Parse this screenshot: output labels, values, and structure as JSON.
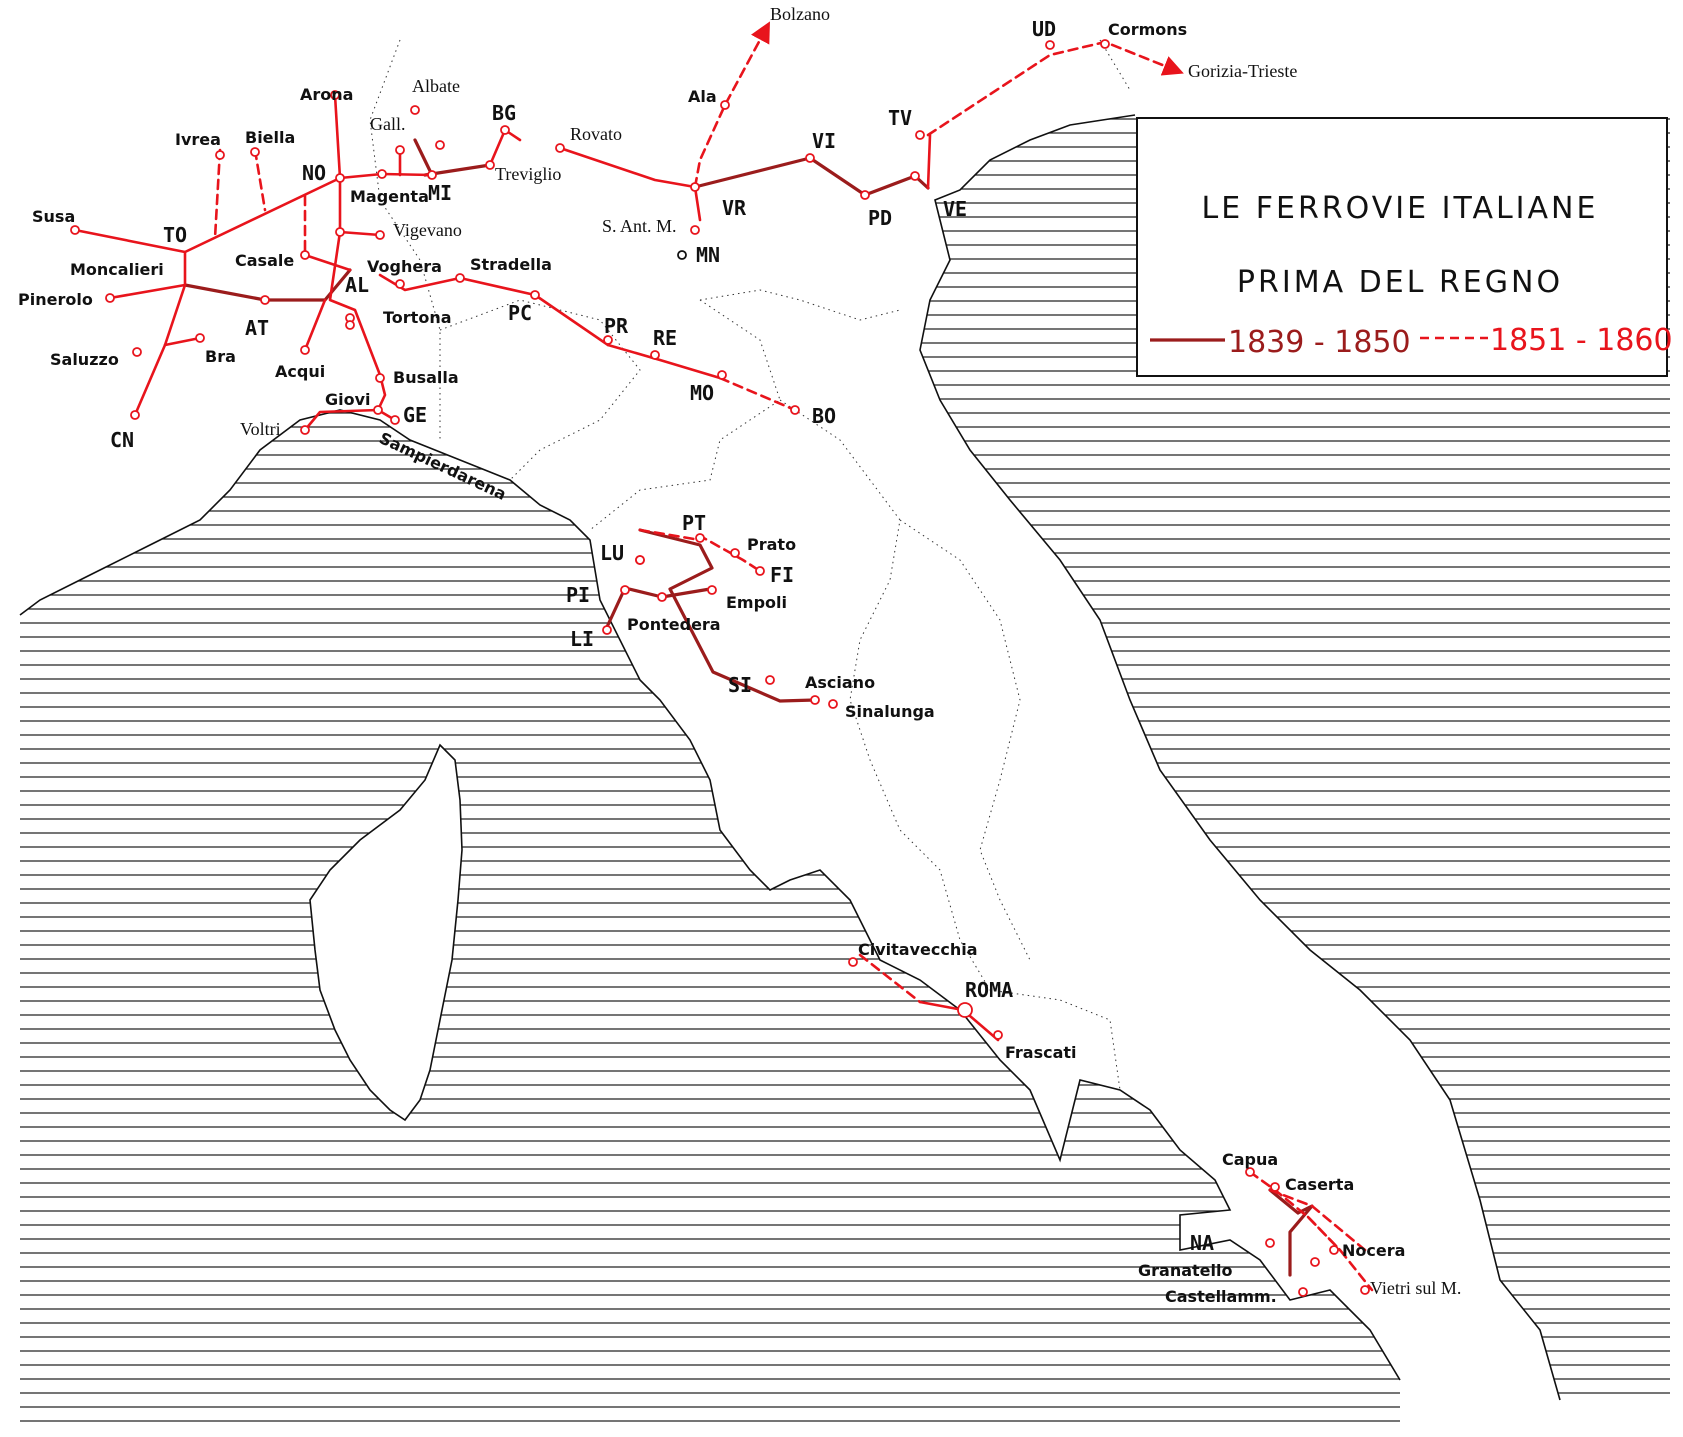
{
  "legend": {
    "title_line1": "LE FERROVIE ITALIANE",
    "title_line2": "PRIMA DEL REGNO",
    "early_period": "1839 - 1850",
    "late_period": "1851 - 1860",
    "early_color": "#9b1c1c",
    "late_color": "#e8141c"
  },
  "stations": [
    {
      "id": "bolzano",
      "label": "Bolzano"
    },
    {
      "id": "ud",
      "label": "UD"
    },
    {
      "id": "cormons",
      "label": "Cormons"
    },
    {
      "id": "gorizia",
      "label": "Gorizia-Trieste"
    },
    {
      "id": "ala",
      "label": "Ala"
    },
    {
      "id": "arona",
      "label": "Arona"
    },
    {
      "id": "albate",
      "label": "Albate"
    },
    {
      "id": "bg",
      "label": "BG"
    },
    {
      "id": "rovato",
      "label": "Rovato"
    },
    {
      "id": "gall",
      "label": "Gall."
    },
    {
      "id": "ivrea",
      "label": "Ivrea"
    },
    {
      "id": "biella",
      "label": "Biella"
    },
    {
      "id": "no",
      "label": "NO"
    },
    {
      "id": "vi",
      "label": "VI"
    },
    {
      "id": "tv",
      "label": "TV"
    },
    {
      "id": "magenta",
      "label": "Magenta"
    },
    {
      "id": "mi",
      "label": "MI"
    },
    {
      "id": "treviglio",
      "label": "Treviglio"
    },
    {
      "id": "susa",
      "label": "Susa"
    },
    {
      "id": "vigevano",
      "label": "Vigevano"
    },
    {
      "id": "to",
      "label": "TO"
    },
    {
      "id": "santm",
      "label": "S. Ant. M."
    },
    {
      "id": "vr",
      "label": "VR"
    },
    {
      "id": "pd",
      "label": "PD"
    },
    {
      "id": "ve",
      "label": "VE"
    },
    {
      "id": "mn",
      "label": "MN"
    },
    {
      "id": "casale",
      "label": "Casale"
    },
    {
      "id": "voghera",
      "label": "Voghera"
    },
    {
      "id": "stradella",
      "label": "Stradella"
    },
    {
      "id": "moncalieri",
      "label": "Moncalieri"
    },
    {
      "id": "al",
      "label": "AL"
    },
    {
      "id": "pinerolo",
      "label": "Pinerolo"
    },
    {
      "id": "tortona",
      "label": "Tortona"
    },
    {
      "id": "pc",
      "label": "PC"
    },
    {
      "id": "at",
      "label": "AT"
    },
    {
      "id": "pr",
      "label": "PR"
    },
    {
      "id": "re",
      "label": "RE"
    },
    {
      "id": "saluzzo",
      "label": "Saluzzo"
    },
    {
      "id": "bra",
      "label": "Bra"
    },
    {
      "id": "acqui",
      "label": "Acqui"
    },
    {
      "id": "busalla",
      "label": "Busalla"
    },
    {
      "id": "mo",
      "label": "MO"
    },
    {
      "id": "bo",
      "label": "BO"
    },
    {
      "id": "giovi",
      "label": "Giovi"
    },
    {
      "id": "ge",
      "label": "GE"
    },
    {
      "id": "voltri",
      "label": "Voltri"
    },
    {
      "id": "cn",
      "label": "CN"
    },
    {
      "id": "sampierdarena",
      "label": "Sampierdarena"
    },
    {
      "id": "pt",
      "label": "PT"
    },
    {
      "id": "prato",
      "label": "Prato"
    },
    {
      "id": "lu",
      "label": "LU"
    },
    {
      "id": "fi",
      "label": "FI"
    },
    {
      "id": "pi",
      "label": "PI"
    },
    {
      "id": "empoli",
      "label": "Empoli"
    },
    {
      "id": "li",
      "label": "LI"
    },
    {
      "id": "pontedera",
      "label": "Pontedera"
    },
    {
      "id": "si",
      "label": "SI"
    },
    {
      "id": "asciano",
      "label": "Asciano"
    },
    {
      "id": "sinalunga",
      "label": "Sinalunga"
    },
    {
      "id": "civitavecchia",
      "label": "Civitavecchia"
    },
    {
      "id": "roma",
      "label": "ROMA"
    },
    {
      "id": "frascati",
      "label": "Frascati"
    },
    {
      "id": "capua",
      "label": "Capua"
    },
    {
      "id": "caserta",
      "label": "Caserta"
    },
    {
      "id": "na",
      "label": "NA"
    },
    {
      "id": "nocera",
      "label": "Nocera"
    },
    {
      "id": "granatello",
      "label": "Granatello"
    },
    {
      "id": "vietri",
      "label": "Vietri sul M."
    },
    {
      "id": "castellamm",
      "label": "Castellamm."
    }
  ]
}
